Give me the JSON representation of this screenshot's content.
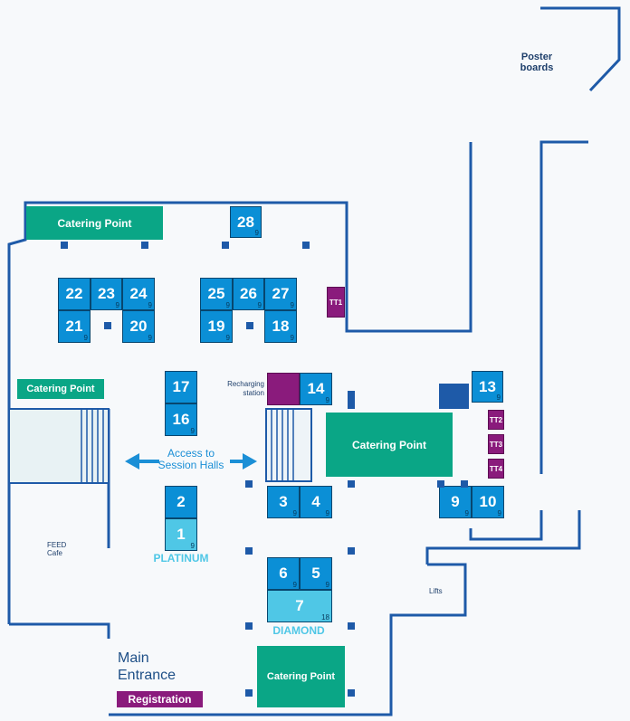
{
  "labels": {
    "poster_boards": "Poster\nboards",
    "recharging": "Recharging\nstation",
    "access": "Access to\nSession Halls",
    "feed_cafe": "FEED\nCafe",
    "lifts": "Lifts",
    "main_entrance": "Main\nEntrance",
    "registration": "Registration",
    "platinum": "PLATINUM",
    "diamond": "DIAMOND"
  },
  "catering": {
    "label": "Catering Point"
  },
  "booths": [
    {
      "num": "28",
      "size": "9"
    },
    {
      "num": "22",
      "size": ""
    },
    {
      "num": "23",
      "size": "9"
    },
    {
      "num": "24",
      "size": "9"
    },
    {
      "num": "21",
      "size": "9"
    },
    {
      "num": "20",
      "size": "9"
    },
    {
      "num": "25",
      "size": "9"
    },
    {
      "num": "26",
      "size": "9"
    },
    {
      "num": "27",
      "size": "9"
    },
    {
      "num": "19",
      "size": "9"
    },
    {
      "num": "18",
      "size": "9"
    },
    {
      "num": "17",
      "size": ""
    },
    {
      "num": "16",
      "size": "9"
    },
    {
      "num": "14",
      "size": "9"
    },
    {
      "num": "13",
      "size": "9"
    },
    {
      "num": "2",
      "size": ""
    },
    {
      "num": "1",
      "size": "9"
    },
    {
      "num": "3",
      "size": "9"
    },
    {
      "num": "4",
      "size": "9"
    },
    {
      "num": "9",
      "size": "9"
    },
    {
      "num": "10",
      "size": "9"
    },
    {
      "num": "6",
      "size": "9"
    },
    {
      "num": "5",
      "size": "9"
    },
    {
      "num": "7",
      "size": "18"
    }
  ],
  "tables": [
    "TT1",
    "TT2",
    "TT3",
    "TT4"
  ],
  "colors": {
    "wall": "#1e5aa8",
    "booth": "#0b8fd6",
    "booth_light": "#4fc7e6",
    "catering": "#0aa686",
    "purple": "#8a1b7c",
    "sponsor_text": "#4fc7e6"
  }
}
